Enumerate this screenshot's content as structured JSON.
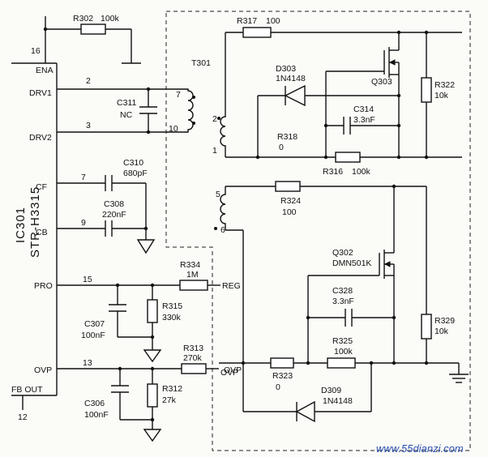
{
  "ic": {
    "ref": "IC301",
    "part": "STR-H3315"
  },
  "pins": {
    "ena": {
      "num": "16",
      "label": "ENA"
    },
    "drv1": {
      "num": "2",
      "label": "DRV1"
    },
    "drv2": {
      "num": "3",
      "label": "DRV2"
    },
    "cf": {
      "num": "7",
      "label": "CF"
    },
    "cb": {
      "num": "9",
      "label": "CB"
    },
    "pro": {
      "num": "15",
      "label": "PRO"
    },
    "ovp": {
      "num": "13",
      "label": "OVP"
    },
    "fb": {
      "num": "12",
      "label": "FB OUT"
    }
  },
  "parts": {
    "r302": {
      "ref": "R302",
      "val": "100k"
    },
    "c311": {
      "ref": "C311",
      "val": "NC"
    },
    "c310": {
      "ref": "C310",
      "val": "680pF"
    },
    "c308": {
      "ref": "C308",
      "val": "220nF"
    },
    "r334": {
      "ref": "R334",
      "val": "1M"
    },
    "r315": {
      "ref": "R315",
      "val": "330k"
    },
    "c307": {
      "ref": "C307",
      "val": "100nF"
    },
    "r313": {
      "ref": "R313",
      "val": "270k"
    },
    "r312": {
      "ref": "R312",
      "val": "27k"
    },
    "c306": {
      "ref": "C306",
      "val": "100nF"
    },
    "t301": {
      "ref": "T301"
    },
    "r317": {
      "ref": "R317",
      "val": "100"
    },
    "d303": {
      "ref": "D303",
      "val": "1N4148"
    },
    "q303": {
      "ref": "Q303"
    },
    "r322": {
      "ref": "R322",
      "val": "10k"
    },
    "c314": {
      "ref": "C314",
      "val": "3.3nF"
    },
    "r318": {
      "ref": "R318",
      "val": "0"
    },
    "r316": {
      "ref": "R316",
      "val": "100k"
    },
    "r324": {
      "ref": "R324",
      "val": "100"
    },
    "q302": {
      "ref": "Q302",
      "val": "DMN501K"
    },
    "c328": {
      "ref": "C328",
      "val": "3.3nF"
    },
    "r325": {
      "ref": "R325",
      "val": "100k"
    },
    "r329": {
      "ref": "R329",
      "val": "10k"
    },
    "r323": {
      "ref": "R323",
      "val": "0"
    },
    "d309": {
      "ref": "D309",
      "val": "1N4148"
    }
  },
  "windings": {
    "p7": "7",
    "p10": "10",
    "p2": "2",
    "p1": "1",
    "p5": "5",
    "p6": "6"
  },
  "nets": {
    "reg": "REG",
    "ovp": "OVP"
  },
  "watermark": "www.55dianzi.com"
}
